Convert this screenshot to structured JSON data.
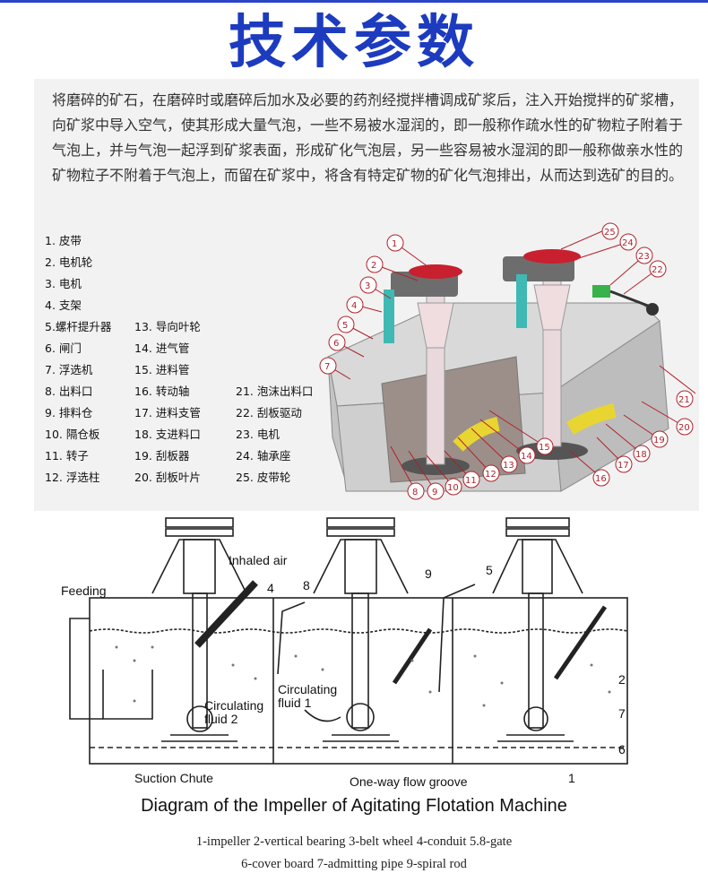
{
  "title": "技术参数",
  "intro": "将磨碎的矿石，在磨碎时或磨碎后加水及必要的药剂经搅拌槽调成矿浆后，注入开始搅拌的矿浆槽，向矿浆中导入空气，使其形成大量气泡，一些不易被水湿润的，即一般称作疏水性的矿物粒子附着于气泡上，并与气泡一起浮到矿浆表面，形成矿化气泡层，另一些容易被水湿润的即一般称做亲水性的矿物粒子不附着于气泡上，而留在矿浆中，将含有特定矿物的矿化气泡排出，从而达到选矿的目的。",
  "parts_col1": [
    "1. 皮带",
    "2. 电机轮",
    "3. 电机",
    "4. 支架",
    "5.螺杆提升器",
    "6. 闸门",
    "7. 浮选机",
    "8. 出料口",
    "9. 排料仓",
    "10. 隔仓板",
    "11. 转子",
    "12. 浮选柱"
  ],
  "parts_col2": [
    "13. 导向叶轮",
    "14. 进气管",
    "15. 进料管",
    "16. 转动轴",
    "17. 进料支管",
    "18. 支进料口",
    "19. 刮板器",
    "20. 刮板叶片"
  ],
  "parts_col3": [
    "21. 泡沫出料口",
    "22. 刮板驱动",
    "23. 电机",
    "24. 轴承座",
    "25. 皮带轮"
  ],
  "callouts": [
    "1",
    "2",
    "3",
    "4",
    "5",
    "6",
    "7",
    "8",
    "9",
    "10",
    "11",
    "12",
    "13",
    "14",
    "15",
    "16",
    "17",
    "18",
    "19",
    "20",
    "21",
    "22",
    "23",
    "24",
    "25"
  ],
  "diagram_labels": {
    "inhaled_air": "Inhaled air",
    "feeding": "Feeding",
    "circulating_fluid_2": "Circulating fluid 2",
    "circulating_fluid_1": "Circulating fluid 1",
    "suction_chute": "Suction Chute",
    "one_way_flow_groove": "One-way flow groove",
    "n1": "1",
    "n2": "2",
    "n4": "4",
    "n5": "5",
    "n6": "6",
    "n7": "7",
    "n8": "8",
    "n9": "9"
  },
  "diagram_title": "Diagram of the Impeller of Agitating Flotation Machine",
  "legend_line1": "1-impeller  2-vertical bearing  3-belt wheel  4-conduit  5.8-gate",
  "legend_line2": "6-cover board  7-admitting pipe  9-spiral rod",
  "colors": {
    "title": "#1c3bbf",
    "accent_red": "#b0212b",
    "panel_bg": "#f2f2f2"
  }
}
